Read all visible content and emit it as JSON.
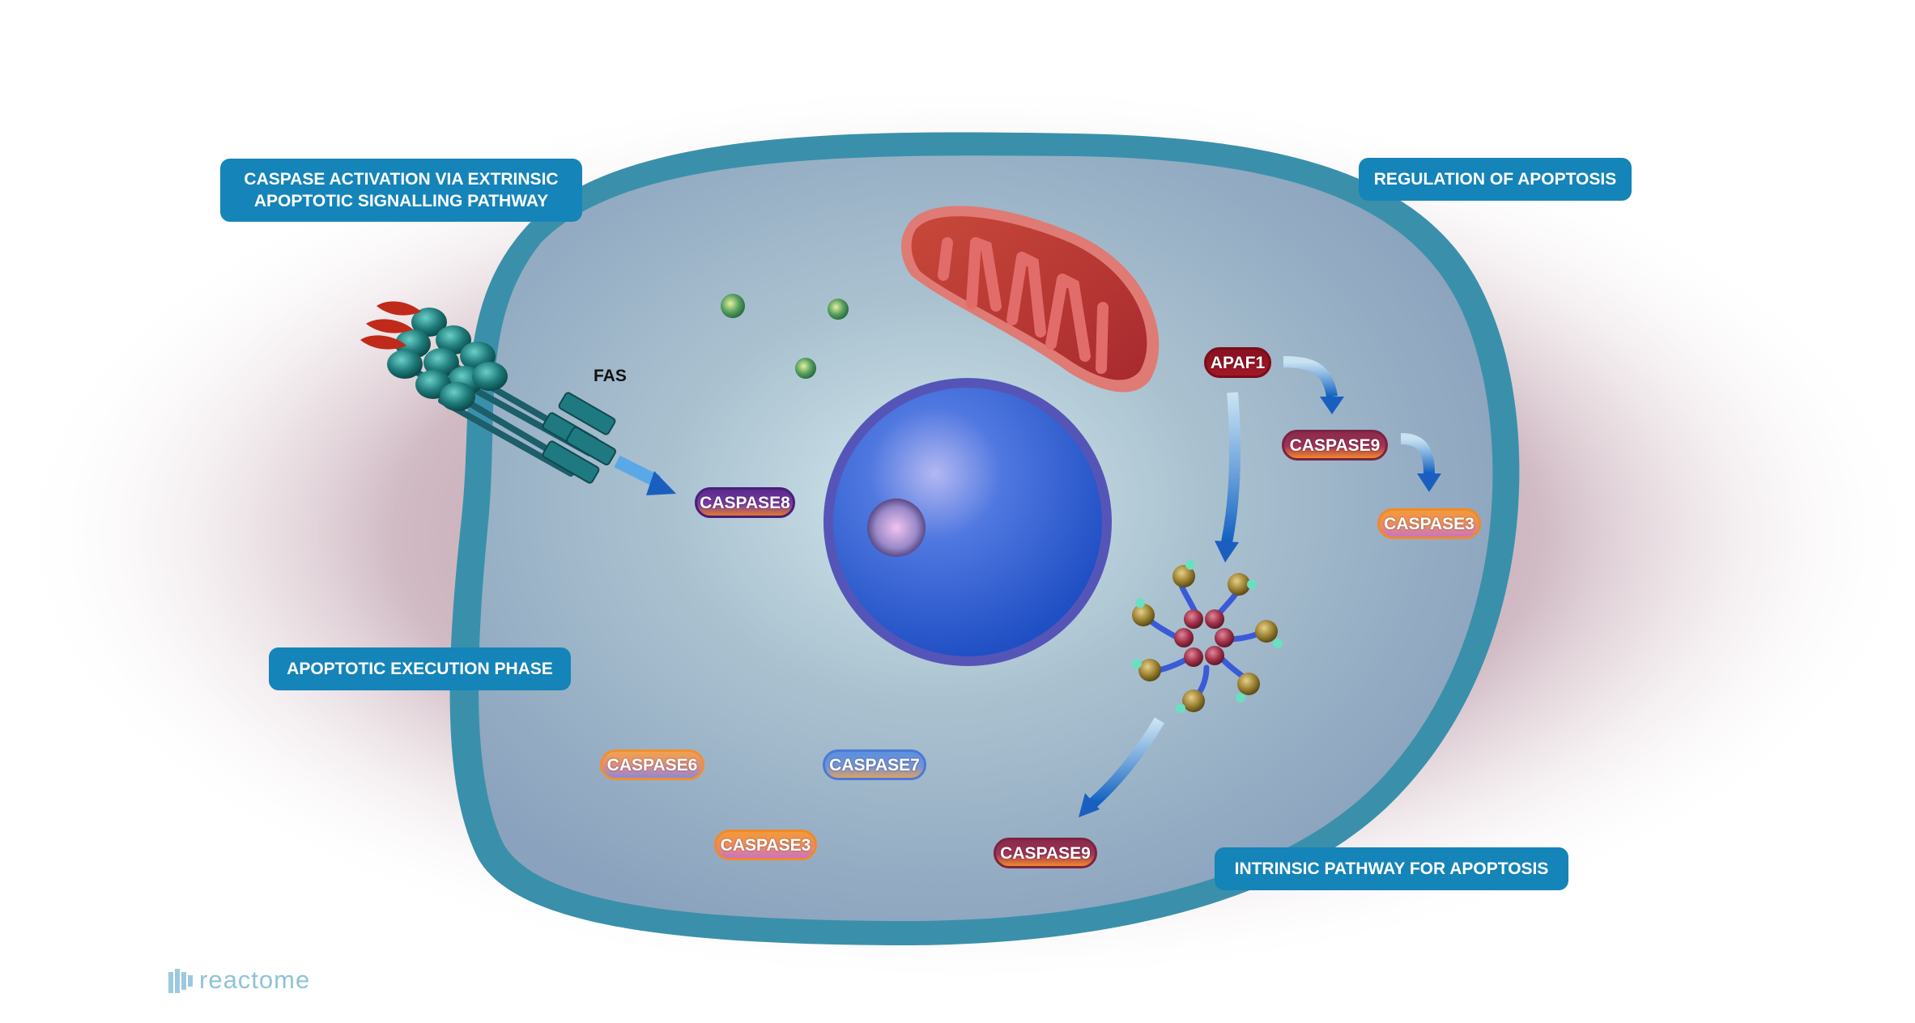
{
  "pathway_labels": {
    "extrinsic": "CASPASE ACTIVATION VIA EXTRINSIC\nAPOPTOTIC SIGNALLING PATHWAY",
    "regulation": "REGULATION OF APOPTOSIS",
    "execution": "APOPTOTIC EXECUTION PHASE",
    "intrinsic": "INTRINSIC PATHWAY FOR APOPTOSIS"
  },
  "receptor_label": "FAS",
  "proteins": {
    "caspase8": "CASPASE8",
    "apaf1": "APAF1",
    "caspase9_upper": "CASPASE9",
    "caspase3_right": "CASPASE3",
    "caspase6": "CASPASE6",
    "caspase7": "CASPASE7",
    "caspase3_lower": "CASPASE3",
    "caspase9_lower": "CASPASE9"
  },
  "logo": "reactome",
  "colors": {
    "pathway_label_bg": "#1584b8",
    "cell_membrane": "#3a90ab",
    "cytoplasm": "#8fa8c2",
    "nucleus": "#2f5fd0",
    "mitochondrion": "#c0383a",
    "arrow": "#1f6fc8"
  }
}
